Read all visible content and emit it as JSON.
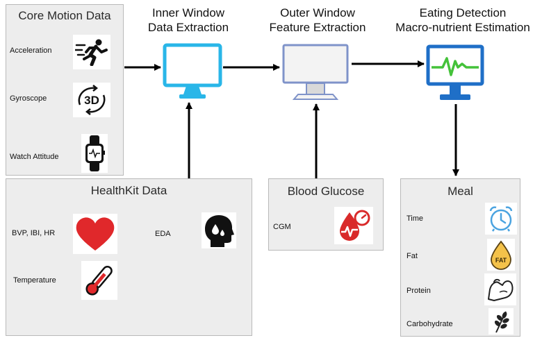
{
  "core_motion": {
    "title": "Core Motion Data",
    "items": [
      {
        "label": "Acceleration",
        "icon": "running-person-icon"
      },
      {
        "label": "Gyroscope",
        "icon": "3d-rotation-icon"
      },
      {
        "label": "Watch Attitude",
        "icon": "smartwatch-icon"
      }
    ]
  },
  "healthkit": {
    "title": "HealthKit Data",
    "items": [
      {
        "label": "BVP, IBI, HR",
        "icon": "heart-icon"
      },
      {
        "label": "EDA",
        "icon": "head-sweat-icon"
      },
      {
        "label": "Temperature",
        "icon": "thermometer-icon"
      }
    ]
  },
  "blood_glucose": {
    "title": "Blood Glucose",
    "items": [
      {
        "label": "CGM",
        "icon": "glucose-meter-icon"
      }
    ]
  },
  "meal": {
    "title": "Meal",
    "items": [
      {
        "label": "Time",
        "icon": "alarm-clock-icon"
      },
      {
        "label": "Fat",
        "icon": "fat-drop-icon"
      },
      {
        "label": "Protein",
        "icon": "flexed-arm-icon"
      },
      {
        "label": "Carbohydrate",
        "icon": "wheat-icon"
      }
    ]
  },
  "stages": [
    {
      "line1": "Inner Window",
      "line2": "Data Extraction",
      "icon": "monitor-blue-icon"
    },
    {
      "line1": "Outer Window",
      "line2": "Feature Extraction",
      "icon": "monitor-grey-icon"
    },
    {
      "line1": "Eating Detection",
      "line2": "Macro-nutrient Estimation",
      "icon": "monitor-heartbeat-icon"
    }
  ],
  "colors": {
    "panel_bg": "#ededed",
    "inner_monitor": "#29b6e8",
    "outer_monitor": "#7f93c9",
    "detect_monitor": "#1f6fc7",
    "heartbeat_line": "#44c23a",
    "heart": "#e0282b",
    "blood": "#d92a2a"
  }
}
